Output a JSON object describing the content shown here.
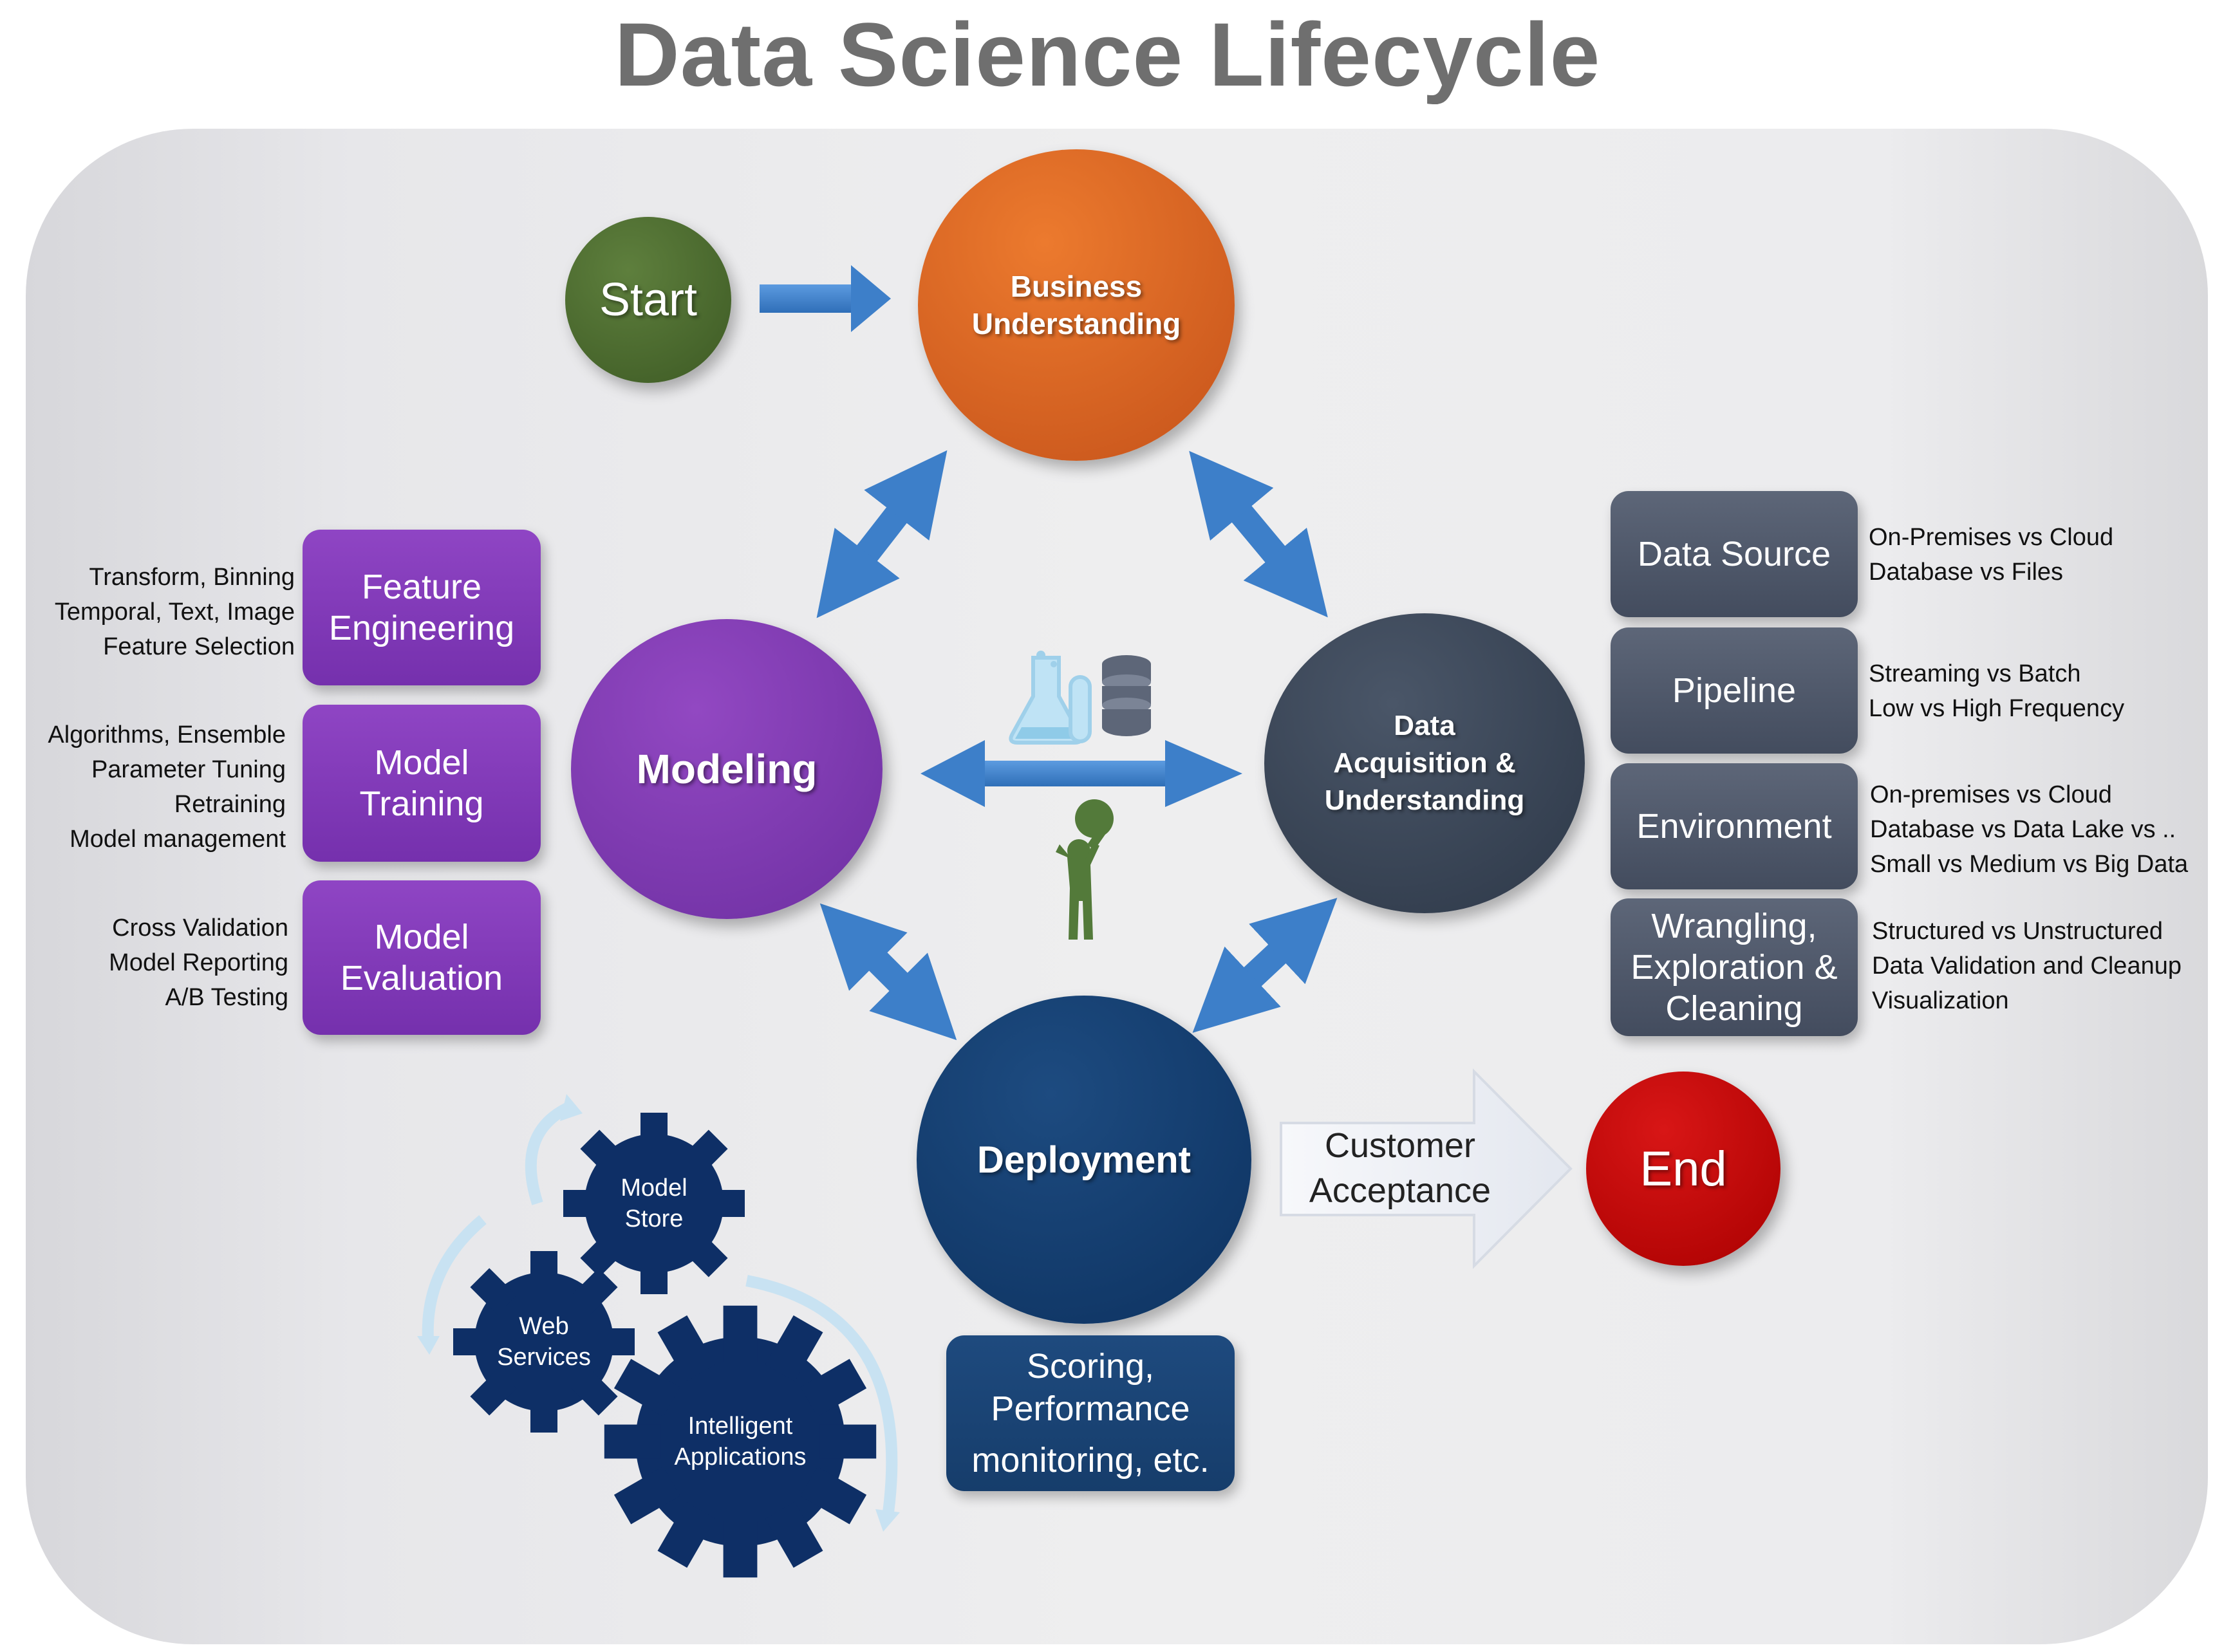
{
  "title": "Data Science Lifecycle",
  "nodes": {
    "start": "Start",
    "business_line1": "Business",
    "business_line2": "Understanding",
    "modeling": "Modeling",
    "data_line1": "Data",
    "data_line2": "Acquisition &",
    "data_line3": "Understanding",
    "deployment": "Deployment",
    "end": "End"
  },
  "modeling_boxes": [
    {
      "line1": "Feature",
      "line2": "Engineering",
      "notes": [
        "Transform, Binning",
        "Temporal, Text, Image",
        "Feature Selection"
      ]
    },
    {
      "line1": "Model",
      "line2": "Training",
      "notes": [
        "Algorithms, Ensemble",
        "Parameter Tuning",
        "Retraining",
        "Model management"
      ]
    },
    {
      "line1": "Model",
      "line2": "Evaluation",
      "notes": [
        "Cross Validation",
        "Model Reporting",
        "A/B Testing"
      ]
    }
  ],
  "data_boxes": [
    {
      "label": "Data Source",
      "notes": [
        "On-Premises vs Cloud",
        "Database vs Files"
      ]
    },
    {
      "label": "Pipeline",
      "notes": [
        "Streaming vs Batch",
        "Low vs High Frequency"
      ]
    },
    {
      "label": "Environment",
      "notes": [
        "On-premises vs Cloud",
        "Database vs Data Lake  vs ..",
        "Small vs Medium vs Big Data"
      ]
    },
    {
      "line1": "Wrangling,",
      "line2": "Exploration &",
      "line3": "Cleaning",
      "notes": [
        "Structured vs Unstructured",
        "Data Validation and Cleanup",
        "Visualization"
      ]
    }
  ],
  "deployment_box": {
    "line1": "Scoring,",
    "line2": "Performance",
    "line3": "monitoring, etc."
  },
  "customer_acceptance": {
    "line1": "Customer",
    "line2": "Acceptance"
  },
  "gears": {
    "model_store_line1": "Model",
    "model_store_line2": "Store",
    "web_services_line1": "Web",
    "web_services_line2": "Services",
    "intelligent_line1": "Intelligent",
    "intelligent_line2": "Applications"
  },
  "icons": [
    "flask-icon",
    "database-icon",
    "scientist-icon",
    "gear-icon"
  ],
  "colors": {
    "start": "#4a6a2e",
    "business": "#d9651f",
    "modeling": "#7d38b4",
    "data": "#3a4556",
    "deployment": "#154170",
    "end": "#c00000",
    "arrow": "#3d7fc9",
    "gear": "#0e2f66"
  }
}
